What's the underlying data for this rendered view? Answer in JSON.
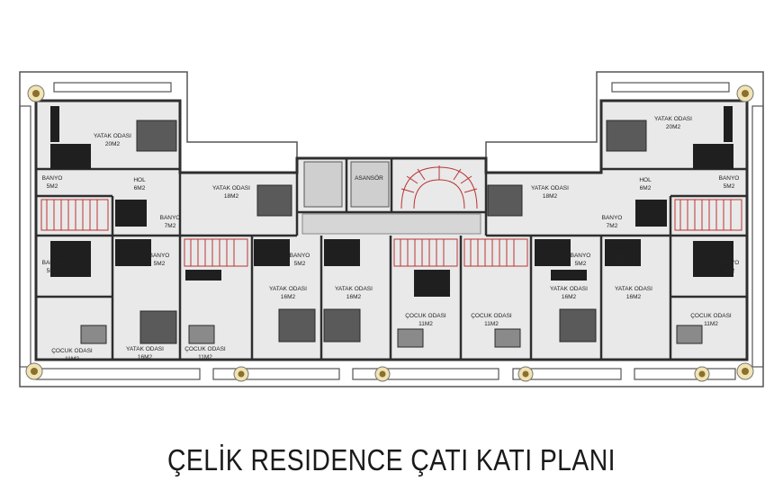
{
  "title": "ÇELİK RESIDENCE ÇATI KATI PLANI",
  "colors": {
    "wall": "#3a3a3a",
    "floor": "#e9e9e9",
    "dark_fixture": "#1f1f1f",
    "stair": "#b33",
    "bed": "#555"
  },
  "labels": {
    "l1a": "YATAK ODASI",
    "l1b": "20M2",
    "l2a": "HOL",
    "l2b": "6M2",
    "l3a": "BANYO",
    "l3b": "5M2",
    "l4a": "BANYO",
    "l4b": "7M2",
    "l5a": "YATAK ODASI",
    "l5b": "18M2",
    "l6": "ASANSÖR",
    "l7a": "BANYO",
    "l7b": "5M2",
    "l8a": "BANYO",
    "l8b": "5M2",
    "l9a": "BANYO",
    "l9b": "5M2",
    "l10a": "YATAK ODASI",
    "l10b": "16M2",
    "l11a": "YATAK ODASI",
    "l11b": "16M2",
    "l12a": "ÇOCUK ODASI",
    "l12b": "11M2",
    "l13a": "YATAK ODASI",
    "l13b": "16M2",
    "l14a": "ÇOCUK ODASI",
    "l14b": "11M2",
    "r1a": "YATAK ODASI",
    "r1b": "20M2",
    "r2a": "HOL",
    "r2b": "6M2",
    "r3a": "BANYO",
    "r3b": "5M2",
    "r4a": "BANYO",
    "r4b": "7M2",
    "r5a": "YATAK ODASI",
    "r5b": "18M2",
    "r7a": "BANYO",
    "r7b": "5M2",
    "r8a": "BANYO",
    "r8b": "5M2",
    "r9a": "BANYO",
    "r9b": "5M2",
    "r10a": "YATAK ODASI",
    "r10b": "16M2",
    "r11a": "YATAK ODASI",
    "r11b": "16M2",
    "r12a": "ÇOCUK ODASI",
    "r12b": "11M2",
    "r13a": "ÇOCUK ODASI",
    "r13b": "11M2",
    "r14a": "ÇOCUK ODASI",
    "r14b": "11M2"
  }
}
